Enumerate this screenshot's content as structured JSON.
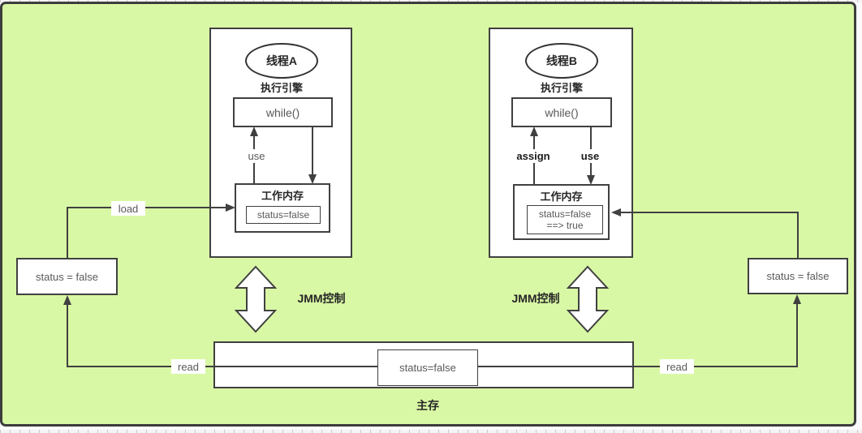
{
  "colors": {
    "canvas_bg": "#d9f8a5",
    "frame": "#3d3d3d",
    "stroke": "#404040",
    "box_fill": "#ffffff",
    "code_text": "#595959",
    "bold_text": "#262626"
  },
  "thread_a": {
    "name": "线程A",
    "engine_label": "执行引擎",
    "while_label": "while()",
    "memory_title": "工作内存",
    "memory_value": "status=false",
    "use_label": "use"
  },
  "thread_b": {
    "name": "线程B",
    "engine_label": "执行引擎",
    "while_label": "while()",
    "memory_title": "工作内存",
    "memory_value_line1": "status=false",
    "memory_value_line2": "==> true",
    "assign_label": "assign",
    "use_label": "use"
  },
  "left_var": {
    "value": "status = false",
    "load_label": "load",
    "read_label": "read"
  },
  "right_var": {
    "value": "status = false",
    "read_label": "read"
  },
  "jmm": {
    "left_label": "JMM控制",
    "right_label": "JMM控制"
  },
  "main_memory": {
    "value": "status=false",
    "label": "主存"
  }
}
